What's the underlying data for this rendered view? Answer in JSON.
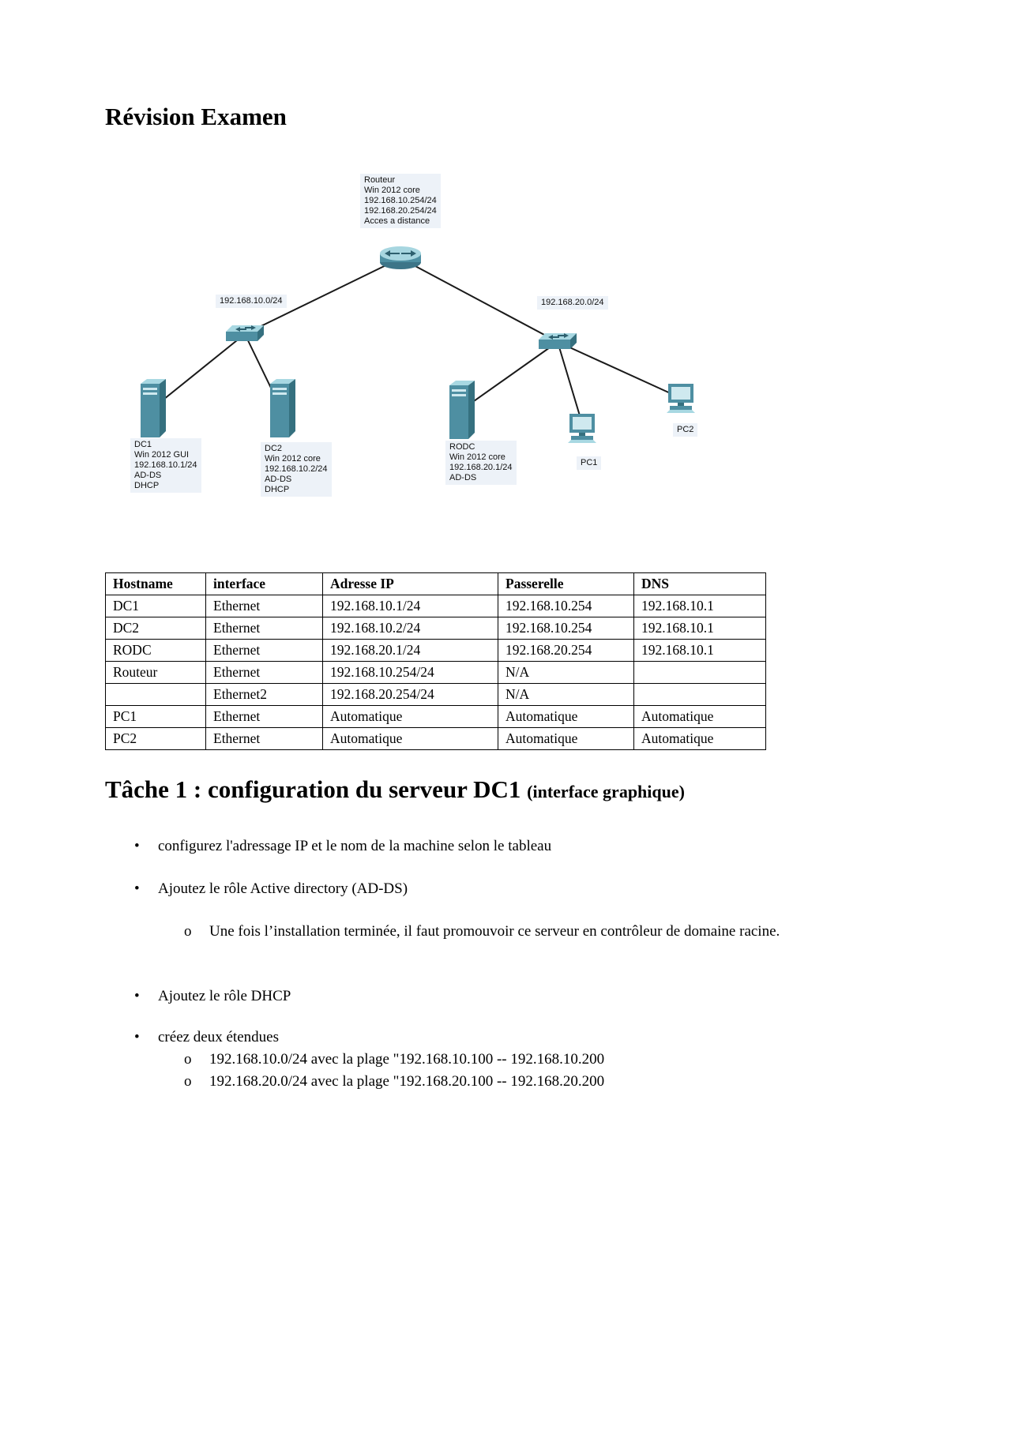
{
  "document": {
    "title": "Révision Examen",
    "task_heading": {
      "main": "Tâche 1 : configuration du serveur DC1",
      "suffix": "(interface graphique)"
    },
    "bullets": {
      "l1_marker": "•",
      "l2_marker": "o",
      "b1": "configurez l'adressage IP et le nom de la machine selon le tableau",
      "b2": "Ajoutez le rôle Active directory (AD-DS)",
      "b2_sub1": "Une fois l’installation terminée, il faut promouvoir ce serveur en contrôleur de domaine racine.",
      "b3": "Ajoutez le rôle DHCP",
      "b4": "créez deux étendues",
      "b4_sub1": "192.168.10.0/24 avec la plage \"192.168.10.100 -- 192.168.10.200",
      "b4_sub2": "192.168.20.0/24 avec la plage \"192.168.20.100 -- 192.168.20.200"
    }
  },
  "diagram": {
    "router_label": [
      "Routeur",
      "Win 2012 core",
      "192.168.10.254/24",
      "192.168.20.254/24",
      "Acces a distance"
    ],
    "network_left": "192.168.10.0/24",
    "network_right": "192.168.20.0/24",
    "dc1_label": [
      "DC1",
      "Win 2012 GUI",
      "192.168.10.1/24",
      "AD-DS",
      "DHCP"
    ],
    "dc2_label": [
      "DC2",
      "Win 2012 core",
      "192.168.10.2/24",
      "AD-DS",
      "DHCP"
    ],
    "rodc_label": [
      "RODC",
      "Win 2012 core",
      "192.168.20.1/24",
      "AD-DS"
    ],
    "pc1_label": "PC1",
    "pc2_label": "PC2",
    "connections": [
      [
        "Routeur",
        "Switch-gauche"
      ],
      [
        "Routeur",
        "Switch-droite"
      ],
      [
        "Switch-gauche",
        "DC1"
      ],
      [
        "Switch-gauche",
        "DC2"
      ],
      [
        "Switch-droite",
        "RODC"
      ],
      [
        "Switch-droite",
        "PC1"
      ],
      [
        "Switch-droite",
        "PC2"
      ]
    ]
  },
  "table": {
    "headers": [
      "Hostname",
      "interface",
      "Adresse IP",
      "Passerelle",
      "DNS"
    ],
    "rows": [
      [
        "DC1",
        "Ethernet",
        "192.168.10.1/24",
        "192.168.10.254",
        "192.168.10.1"
      ],
      [
        "DC2",
        "Ethernet",
        "192.168.10.2/24",
        "192.168.10.254",
        "192.168.10.1"
      ],
      [
        "RODC",
        "Ethernet",
        "192.168.20.1/24",
        "192.168.20.254",
        "192.168.10.1"
      ],
      [
        "Routeur",
        "Ethernet",
        "192.168.10.254/24",
        "N/A",
        ""
      ],
      [
        "",
        "Ethernet2",
        "192.168.20.254/24",
        "N/A",
        ""
      ],
      [
        "PC1",
        "Ethernet",
        "Automatique",
        "Automatique",
        "Automatique"
      ],
      [
        "PC2",
        "Ethernet",
        "Automatique",
        "Automatique",
        "Automatique"
      ]
    ]
  }
}
